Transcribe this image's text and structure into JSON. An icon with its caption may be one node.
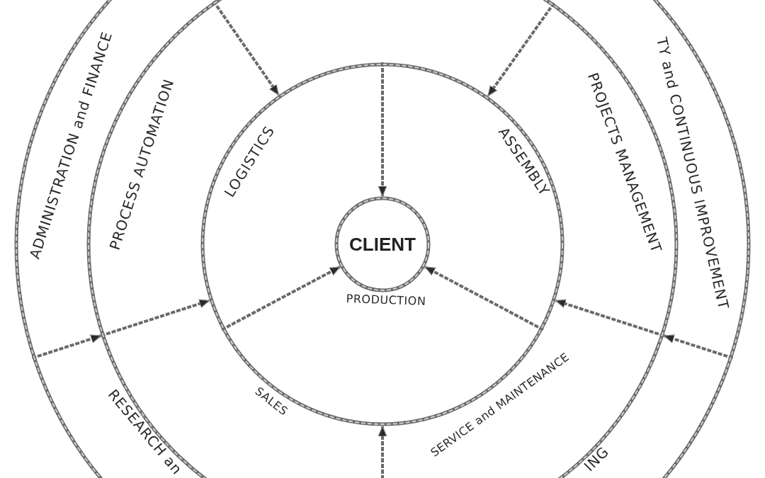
{
  "diagram": {
    "nodes": [
      {
        "text": [
          "ADMINISTRATION and FINANCE",
          "TY and CONTINUOUS IMPROVEMENT",
          "RESEARCH an",
          "ING"
        ]
      },
      {
        "text": [
          "PROCESS AUTOMATION",
          "PROJECTS MANAGEMENT",
          "SALES",
          "SERVICE and MAINTENANCE"
        ],
        "in": 0
      },
      {
        "text": [
          "LOGISTICS",
          "ASSEMBLY",
          "PRODUCTION"
        ],
        "in": 1
      },
      {
        "text": [
          "CLIENT"
        ],
        "in": 2
      }
    ],
    "edges": [
      {
        "from": 1,
        "to": 2,
        "arrow": "to"
      },
      {
        "from": 1,
        "to": 2,
        "arrow": "to"
      },
      {
        "from": 0,
        "to": 1,
        "arrow": "to"
      },
      {
        "from": 1,
        "to": 2,
        "arrow": "to"
      },
      {
        "from": 0,
        "to": 1,
        "arrow": "to"
      },
      {
        "from": 1,
        "to": 2,
        "arrow": "to"
      },
      {
        "from": null,
        "to": 2,
        "arrow": "to"
      },
      {
        "from": 2,
        "to": 3,
        "arrow": "to"
      },
      {
        "from": 2,
        "to": 3,
        "arrow": "to"
      },
      {
        "from": 2,
        "to": 3,
        "arrow": "to"
      }
    ]
  }
}
